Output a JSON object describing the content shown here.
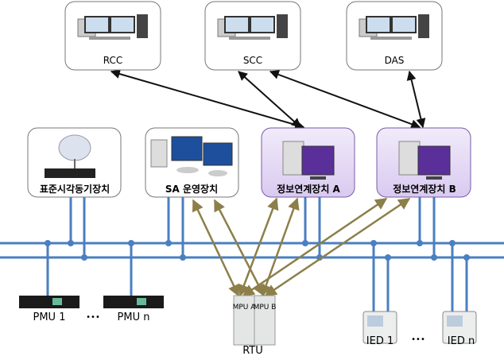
{
  "colors": {
    "bus": "#4a7fc1",
    "link_olive": "#8c7f4a",
    "link_black": "#111111",
    "purple_box": "#e3d8f3",
    "purple_border": "#7a5aa8"
  },
  "top_nodes": [
    {
      "label": "RCC",
      "icon": "workstation-icon"
    },
    {
      "label": "SCC",
      "icon": "workstation-icon"
    },
    {
      "label": "DAS",
      "icon": "workstation-icon"
    }
  ],
  "mid_nodes": [
    {
      "label": "표준시각동기장치",
      "icon": "satellite-dish-icon"
    },
    {
      "label": "SA 운영장치",
      "icon": "desktop-computers-icon"
    },
    {
      "label": "정보연계장치 A",
      "icon": "desktop-computer-icon"
    },
    {
      "label": "정보연계장치 B",
      "icon": "desktop-computer-icon"
    }
  ],
  "field": {
    "pmu1": "PMU 1",
    "pmun": "PMU n",
    "dots": "•••",
    "rtu": "RTU",
    "mpu_a": "MPU A",
    "mpu_b": "MPU B",
    "ied1": "IED 1",
    "iedn": "IED n"
  }
}
